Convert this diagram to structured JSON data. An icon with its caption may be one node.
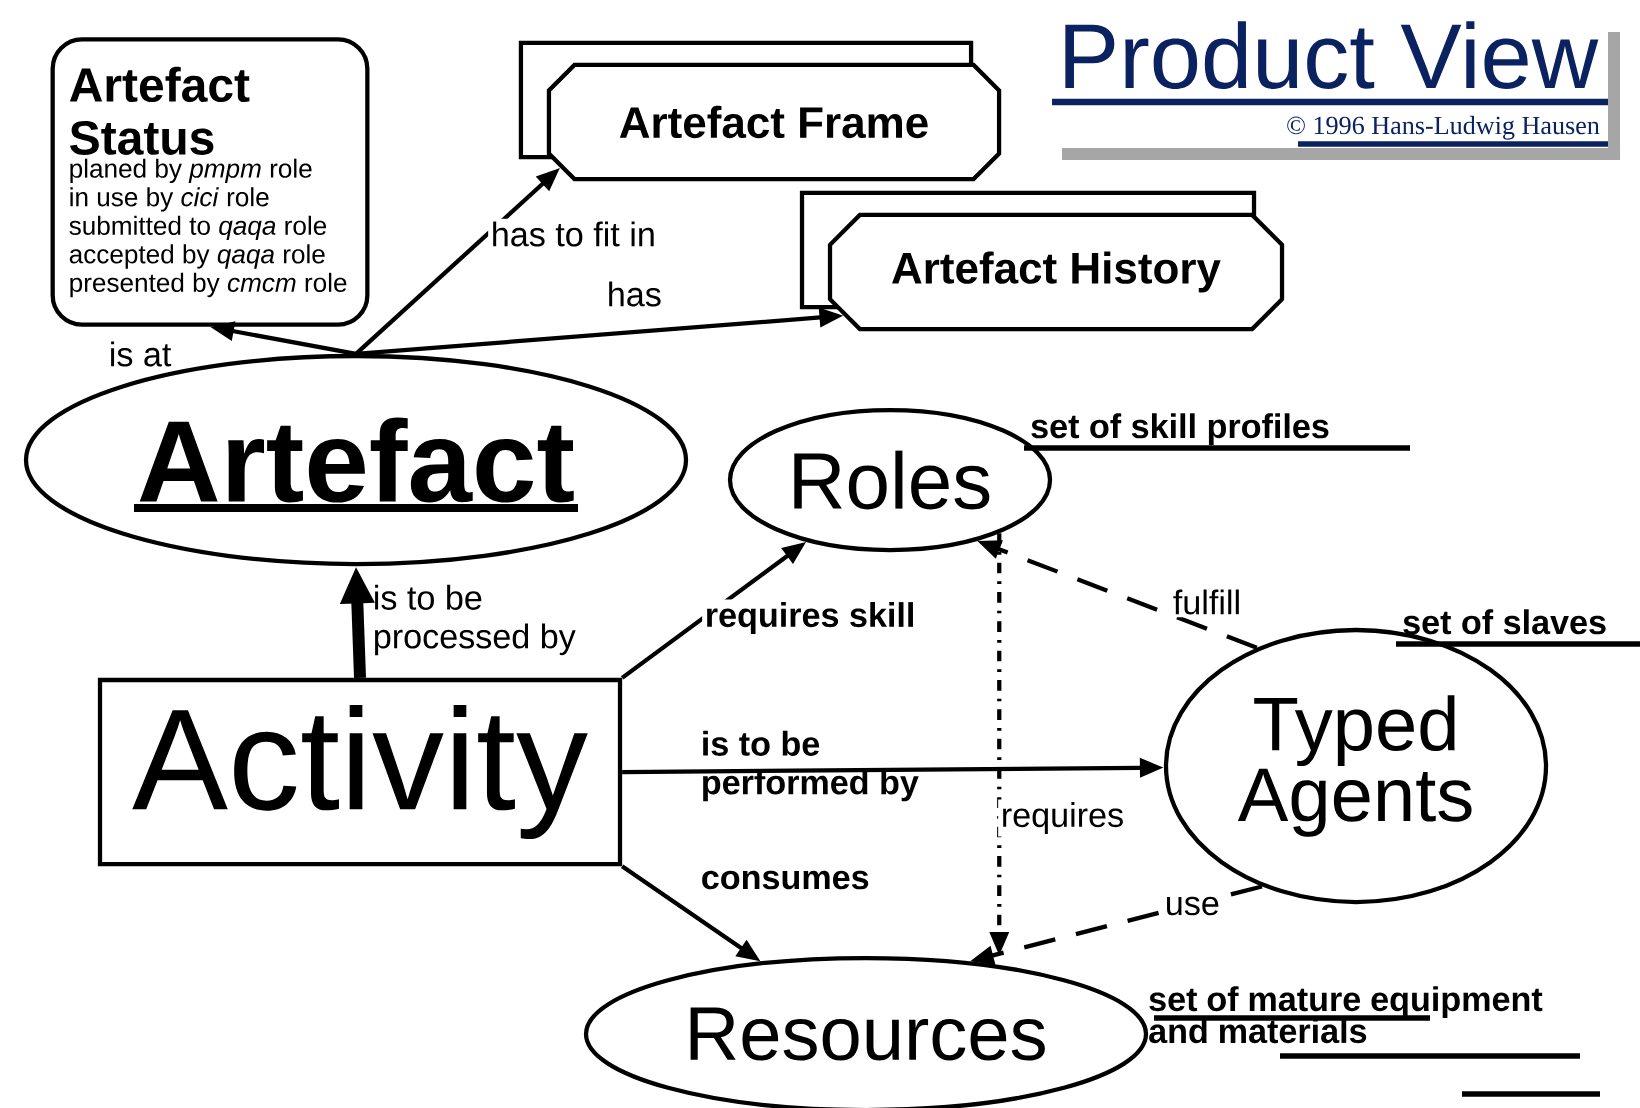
{
  "diagram": {
    "title": "Product View",
    "nodes": [
      {
        "text": [
          "Artefact Status",
          "planed by *pmpm* role",
          "in use by *cici* role",
          "submitted to *qaqa* role",
          "accepted by *qaqa* role",
          "presented by *cmcm* role"
        ]
      },
      {
        "text": [
          "Artefact Frame"
        ]
      },
      {
        "text": [
          "Artefact History"
        ]
      },
      {
        "text": [
          "Artefact"
        ]
      },
      {
        "text": [
          "Roles"
        ],
        "beside": [
          "set of skill profiles"
        ]
      },
      {
        "text": [
          "Activity"
        ]
      },
      {
        "text": [
          "Typed Agents"
        ],
        "beside": [
          "set of slaves"
        ]
      },
      {
        "text": [
          "Resources"
        ],
        "beside": [
          "set of mature equipment and materials"
        ]
      }
    ],
    "edges": [
      {
        "from": 3,
        "to": 0,
        "arrow": "to",
        "label": "is at"
      },
      {
        "from": 3,
        "to": 1,
        "arrow": "to",
        "label": "has to fit in"
      },
      {
        "from": 3,
        "to": 2,
        "arrow": "to",
        "label": "has"
      },
      {
        "from": 5,
        "to": 3,
        "arrow": "to",
        "label": "is to be processed by",
        "style": "thick"
      },
      {
        "from": 5,
        "to": 4,
        "arrow": "to",
        "label": "requires skill"
      },
      {
        "from": 5,
        "to": 6,
        "arrow": "to",
        "label": "is to be performed by"
      },
      {
        "from": 5,
        "to": 7,
        "arrow": "to",
        "label": "consumes"
      },
      {
        "from": 4,
        "to": 7,
        "arrow": "to",
        "label": "requires",
        "style": "dashed"
      },
      {
        "from": 6,
        "to": 4,
        "arrow": "to",
        "label": "fulfill",
        "style": "dashed"
      },
      {
        "from": 6,
        "to": 7,
        "arrow": "to",
        "label": "use",
        "style": "dashed"
      }
    ],
    "labels": [
      "© 1996 Hans-Ludwig Hausen"
    ]
  }
}
